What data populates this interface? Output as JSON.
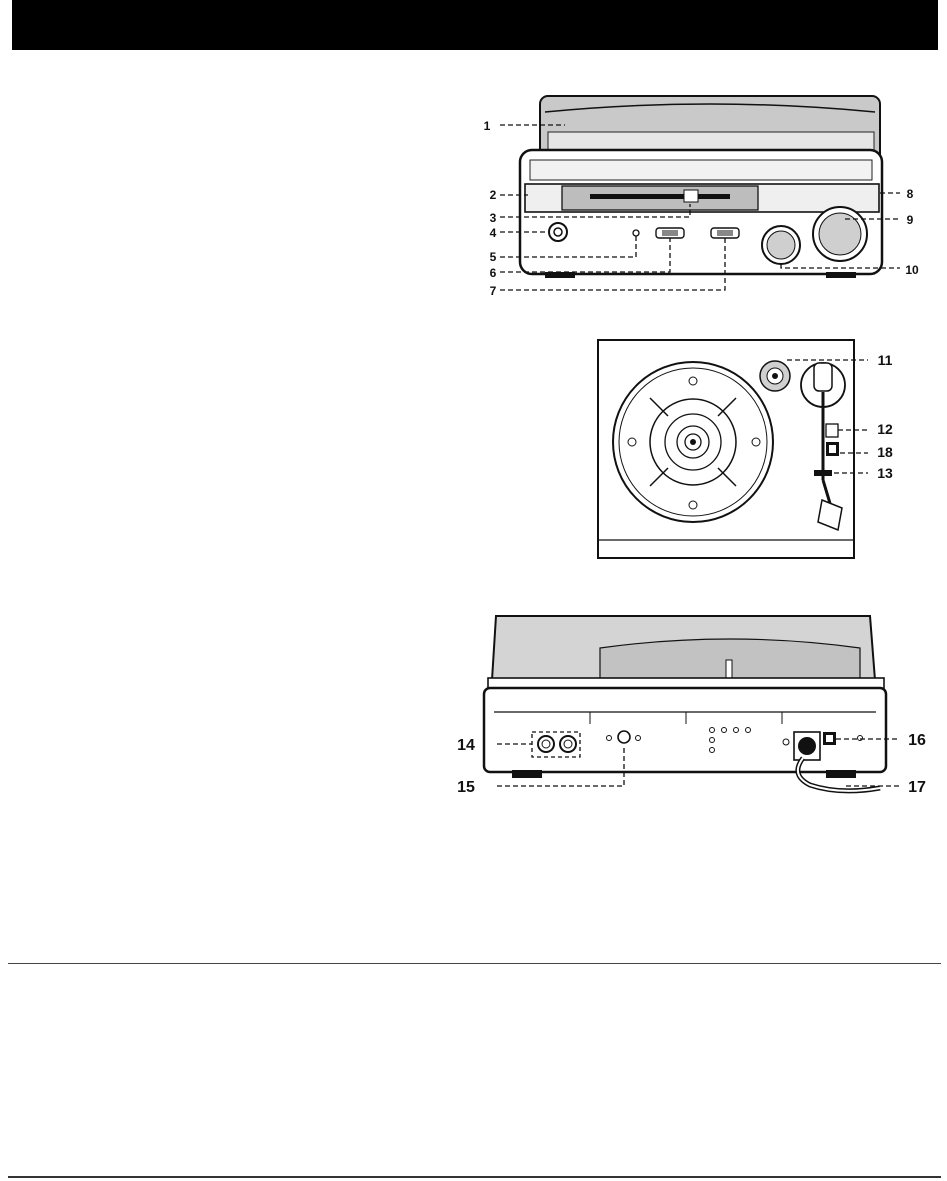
{
  "header": {
    "title": ""
  },
  "colors": {
    "header_bar": "#000000",
    "line": "#111111",
    "panel_gray": "#b8b8b8",
    "panel_light": "#e2e2e2"
  },
  "front_view": {
    "callouts": [
      "1",
      "2",
      "3",
      "4",
      "5",
      "6",
      "7",
      "8",
      "9",
      "10"
    ]
  },
  "top_view": {
    "callouts": [
      "11",
      "12",
      "18",
      "13"
    ]
  },
  "rear_view": {
    "callouts": [
      "14",
      "15",
      "16",
      "17"
    ]
  }
}
